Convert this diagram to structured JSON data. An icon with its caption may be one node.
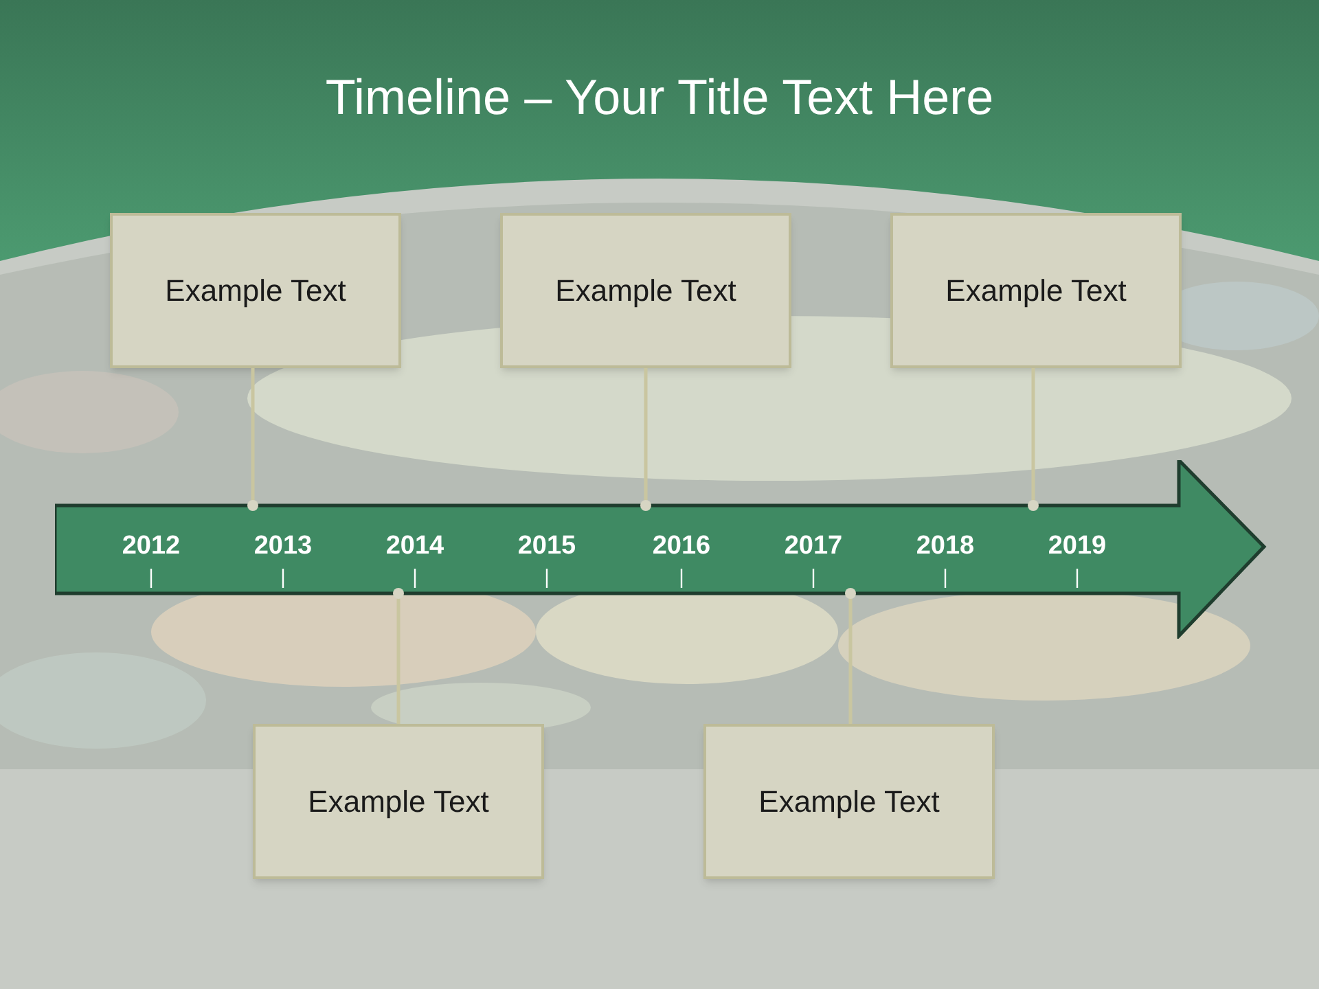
{
  "diagram": {
    "title": "Timeline – Your Title Text Here",
    "nodes": [
      {
        "text": [
          "Example Text"
        ]
      },
      {
        "text": [
          "Example Text"
        ]
      },
      {
        "text": [
          "Example Text"
        ]
      },
      {
        "text": [
          "2012",
          "2013",
          "2014",
          "2015",
          "2016",
          "2017",
          "2018",
          "2019"
        ]
      },
      {
        "text": [
          "Example Text"
        ]
      },
      {
        "text": [
          "Example Text"
        ]
      }
    ],
    "edges": [
      {
        "from": 0,
        "to": 3,
        "arrow": "other"
      },
      {
        "from": 1,
        "to": 3,
        "arrow": "other"
      },
      {
        "from": 2,
        "to": 3,
        "arrow": "other"
      },
      {
        "from": 4,
        "to": 3,
        "arrow": "other"
      },
      {
        "from": 5,
        "to": 3,
        "arrow": "other"
      }
    ]
  }
}
